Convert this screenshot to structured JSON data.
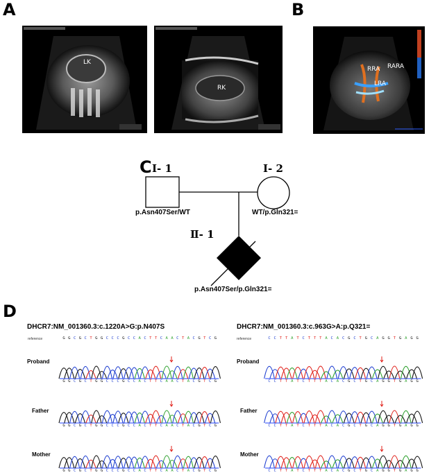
{
  "panels": {
    "A": {
      "letter": "A",
      "left_label": "LK",
      "right_label": "RK"
    },
    "B": {
      "letter": "B",
      "labels": [
        "RRA",
        "RARA",
        "LRA"
      ]
    },
    "C": {
      "letter": "C",
      "father_id": "Ⅰ- 1",
      "mother_id": "Ⅰ- 2",
      "child_id": "Ⅱ- 1",
      "father_genotype": "p.Asn407Ser/WT",
      "mother_genotype": "WT/p.Gln321=",
      "child_genotype": "p.Asn407Ser/p.Gln321="
    },
    "D": {
      "letter": "D",
      "reference_label": "reference",
      "left": {
        "title": "DHCR7:NM_001360.3:c.1220A>G:p.N407S",
        "reference_seq": "GGCGCTGGCCCGCCACTTCAACTACGTCG",
        "rows": [
          {
            "label": "Proband",
            "seq": "GGCGCTGGCCCGCCACTTCAACTACGTCG"
          },
          {
            "label": "Father",
            "seq": "GGCGCTGGCCCGCCACTTCAACTACGTCG"
          },
          {
            "label": "Mother",
            "seq": "GGCGCTGGCCCGCCACTTCAACTACGTCG"
          }
        ]
      },
      "right": {
        "title": "DHCR7:NM_001360.3:c.963G>A:p.Q321=",
        "reference_seq": "CCTTATCTTTACACGCTGCAGGTGAGG",
        "rows": [
          {
            "label": "Proband",
            "seq": "CCTTATCTTTACACGCTGCAGGTGAGG"
          },
          {
            "label": "Father",
            "seq": "CCTTATCTTTACACGCTGCAGGTGAGG"
          },
          {
            "label": "Mother",
            "seq": "CCTTATCTTTACACGCTGCAGGTGAGG"
          }
        ]
      }
    }
  },
  "colors": {
    "A": "#2ca02c",
    "C": "#1f3fd0",
    "G": "#111111",
    "T": "#e0201a",
    "arrow": "#e0201a",
    "trace_line": "#2040ff"
  }
}
